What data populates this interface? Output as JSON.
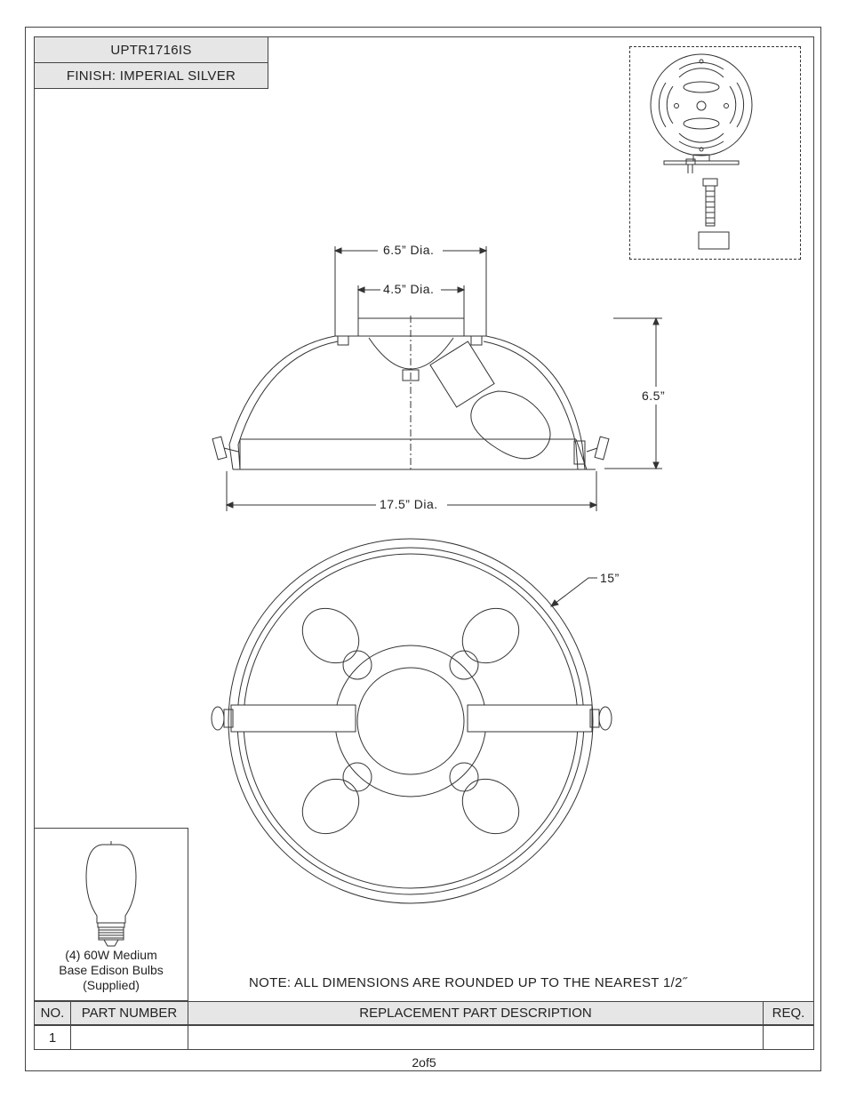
{
  "header": {
    "model": "UPTR1716IS",
    "finish": "FINISH: IMPERIAL SILVER"
  },
  "dimensions": {
    "canopy_outer": "6.5” Dia.",
    "canopy_inner": "4.5” Dia.",
    "height": "6.5”",
    "width": "17.5” Dia.",
    "bottom_diameter": "15”"
  },
  "bulb": {
    "line1": "(4) 60W Medium",
    "line2": "Base Edison Bulbs",
    "line3": "(Supplied)"
  },
  "note": "NOTE:  ALL DIMENSIONS ARE ROUNDED UP TO THE NEAREST  1/2˝",
  "parts_table": {
    "headers": [
      "NO.",
      "PART NUMBER",
      "REPLACEMENT PART DESCRIPTION",
      "REQ."
    ],
    "rows": [
      [
        "1",
        "",
        "",
        ""
      ]
    ]
  },
  "page": "2of5",
  "colors": {
    "line": "#333333",
    "header_fill": "#e6e6e6"
  }
}
